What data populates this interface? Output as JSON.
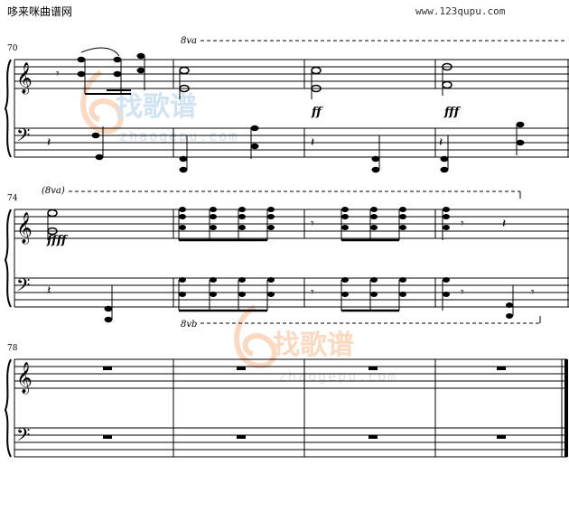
{
  "header": {
    "site_title": "哆来咪曲谱网",
    "site_url": "www.123qupu.com"
  },
  "watermark": {
    "text": "找歌谱",
    "url": "zhaogepu.com"
  },
  "score": {
    "systems": [
      {
        "first_measure": "70",
        "ottava_top": "8va",
        "dynamics": [
          "ff",
          "fff"
        ]
      },
      {
        "first_measure": "74",
        "ottava_top": "(8va)",
        "ottava_bottom": "8vb",
        "dynamics": [
          "ffff"
        ]
      },
      {
        "first_measure": "78"
      }
    ]
  },
  "colors": {
    "watermark_blue": "#cfe3f3",
    "watermark_orange": "#fbd9c0"
  }
}
